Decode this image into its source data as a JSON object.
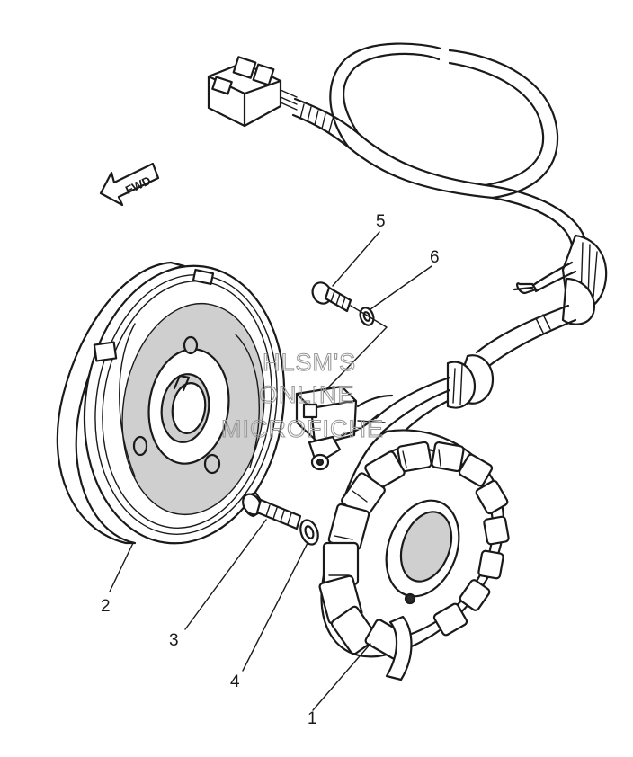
{
  "direction_arrow": {
    "label": "FWD"
  },
  "callouts": [
    {
      "number": "1",
      "part": "stator-assembly"
    },
    {
      "number": "2",
      "part": "rotor-flywheel"
    },
    {
      "number": "3",
      "part": "rotor-bolt"
    },
    {
      "number": "4",
      "part": "rotor-washer"
    },
    {
      "number": "5",
      "part": "pickup-screw"
    },
    {
      "number": "6",
      "part": "pickup-washer"
    }
  ],
  "watermark": {
    "line1": "HLSM'S",
    "line2": "ONLINE",
    "line3": "MICROFICHE"
  }
}
